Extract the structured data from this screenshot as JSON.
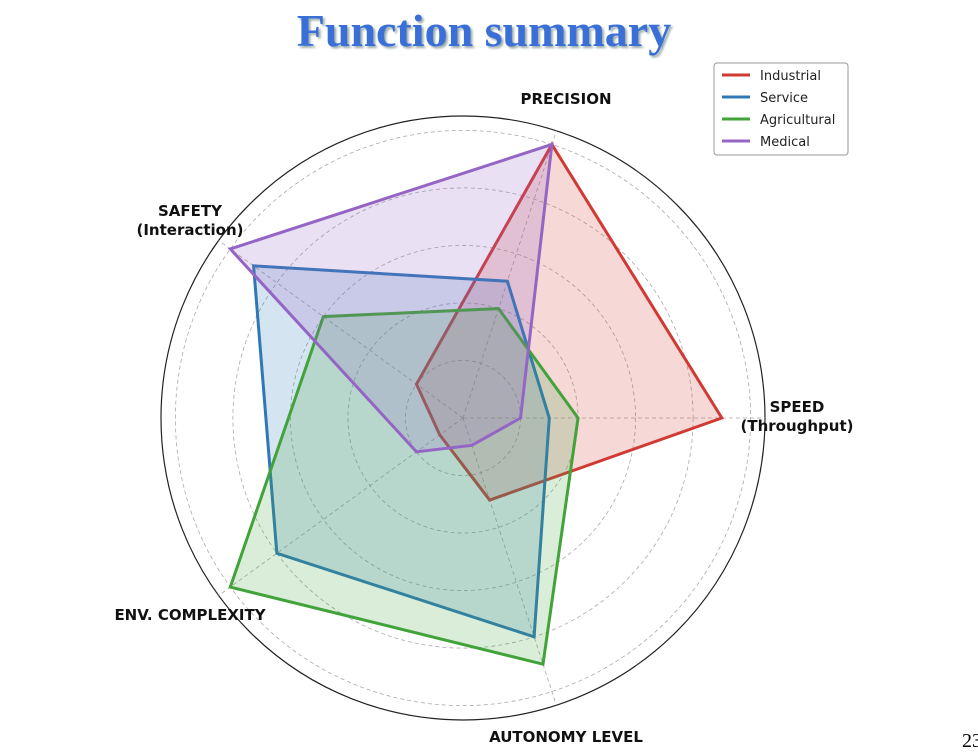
{
  "page_number": "23",
  "chart_data": {
    "type": "radar",
    "title": "Function summary",
    "axes": [
      {
        "label": [
          "SPEED",
          "(Throughput)"
        ]
      },
      {
        "label": [
          "PRECISION"
        ]
      },
      {
        "label": [
          "SAFETY",
          "(Interaction)"
        ]
      },
      {
        "label": [
          "ENV. COMPLEXITY"
        ]
      },
      {
        "label": [
          "AUTONOMY LEVEL"
        ]
      }
    ],
    "rlim": [
      0,
      10.5
    ],
    "grid_values": [
      2,
      4,
      6,
      8,
      10
    ],
    "grid": true,
    "legend_position": "top-right",
    "series": [
      {
        "name": "Industrial",
        "color": "#d03a35",
        "values": [
          9,
          10,
          2,
          1,
          3
        ]
      },
      {
        "name": "Service",
        "color": "#2f78b8",
        "values": [
          3,
          5,
          9,
          8,
          8
        ]
      },
      {
        "name": "Agricultural",
        "color": "#41a33a",
        "values": [
          4,
          4,
          6,
          10,
          9
        ]
      },
      {
        "name": "Medical",
        "color": "#9465c4",
        "values": [
          2,
          10,
          10,
          2,
          1
        ]
      }
    ]
  }
}
